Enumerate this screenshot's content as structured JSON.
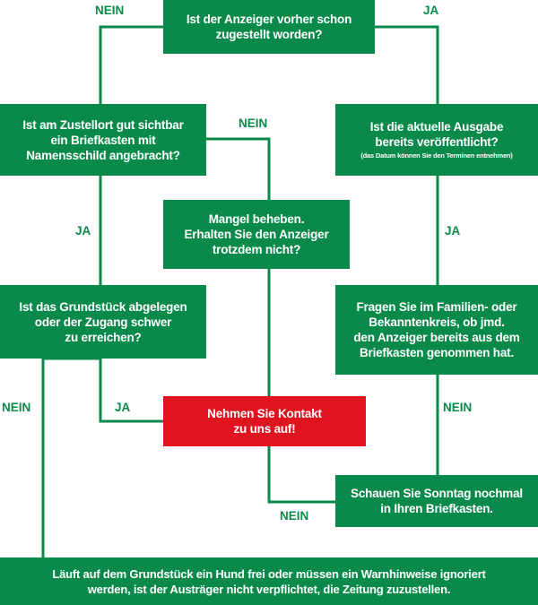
{
  "colors": {
    "green": "#0a8a4a",
    "red": "#e0141e",
    "text_on_box": "#ffffff"
  },
  "boxes": {
    "start": {
      "lines": [
        "Ist der Anzeiger vorher schon",
        "zugestellt worden?"
      ]
    },
    "mailbox_visible": {
      "lines": [
        "Ist am Zustellort gut sichtbar",
        "ein Briefkasten mit",
        "Namensschild angebracht?"
      ]
    },
    "current_issue": {
      "lines": [
        "Ist die aktuelle Ausgabe",
        "bereits veröffentlicht?"
      ],
      "note": "(das Datum können Sie den Terminen entnehmen)"
    },
    "fix_defect": {
      "lines": [
        "Mangel beheben.",
        "Erhalten Sie den Anzeiger",
        "trotzdem nicht?"
      ]
    },
    "remote_property": {
      "lines": [
        "Ist das Grundstück abgelegen",
        "oder der Zugang schwer",
        "zu erreichen?"
      ]
    },
    "ask_family": {
      "lines": [
        "Fragen Sie im Familien- oder",
        "Bekanntenkreis, ob jmd.",
        "den Anzeiger bereits aus dem",
        "Briefkasten genommen hat."
      ]
    },
    "contact_us": {
      "lines": [
        "Nehmen Sie Kontakt",
        "zu uns auf!"
      ]
    },
    "check_sunday": {
      "lines": [
        "Schauen Sie Sonntag nochmal",
        "in Ihren Briefkasten."
      ]
    },
    "dog_notice": {
      "lines": [
        "Läuft auf dem Grundstück ein Hund frei oder müssen ein Warnhinweise ignoriert",
        "werden, ist der Austräger nicht verpflichtet, die Zeitung zuzustellen."
      ]
    }
  },
  "labels": {
    "nein_top_left": "NEIN",
    "ja_top_right": "JA",
    "nein_center_top": "NEIN",
    "ja_left_mid": "JA",
    "ja_right_mid": "JA",
    "nein_far_left": "NEIN",
    "ja_contact": "JA",
    "nein_right_low": "NEIN",
    "nein_bottom_center": "NEIN"
  }
}
